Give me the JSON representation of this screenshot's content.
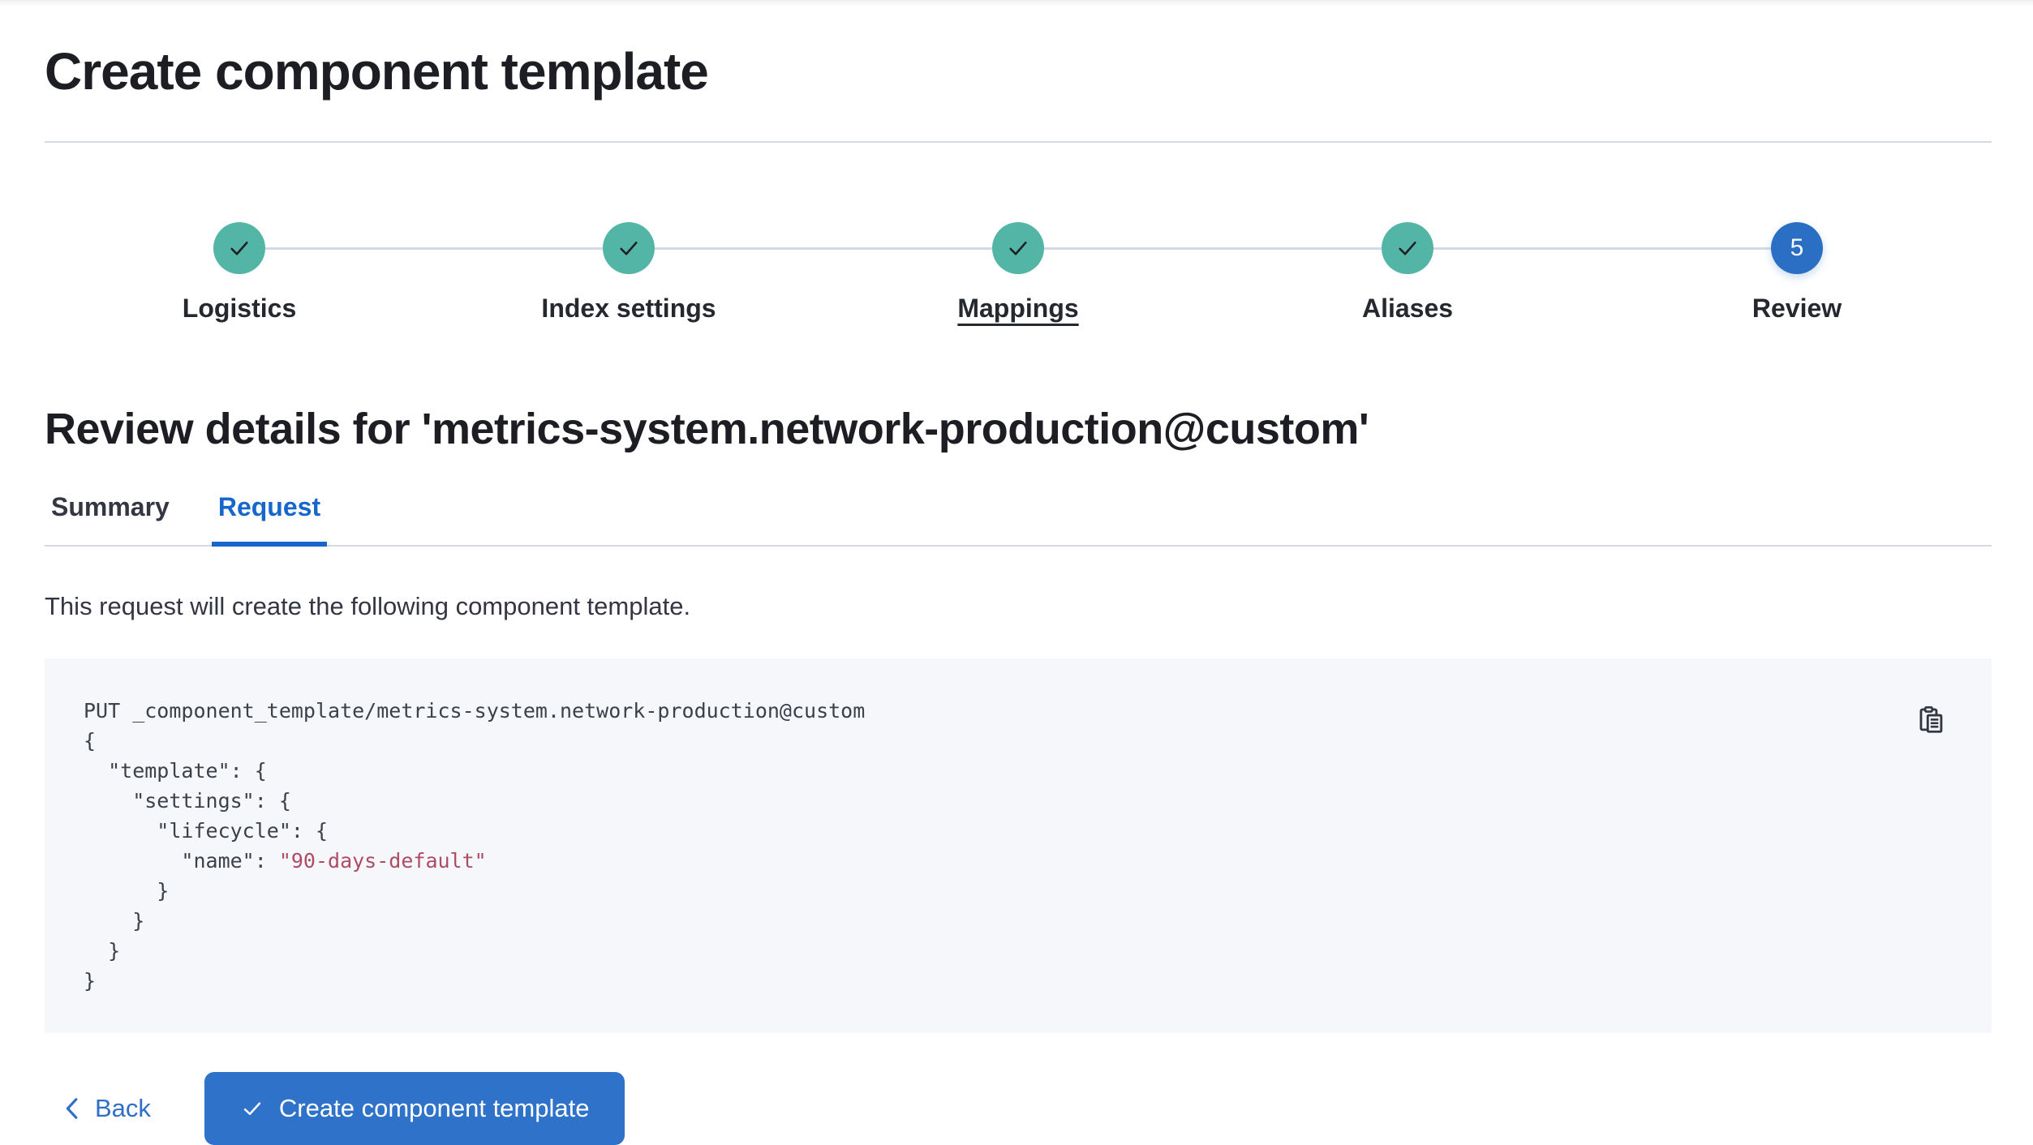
{
  "page": {
    "title": "Create component template"
  },
  "stepper": {
    "steps": [
      {
        "label": "Logistics",
        "status": "complete"
      },
      {
        "label": "Index settings",
        "status": "complete"
      },
      {
        "label": "Mappings",
        "status": "complete"
      },
      {
        "label": "Aliases",
        "status": "complete"
      },
      {
        "label": "Review",
        "status": "current",
        "number": "5"
      }
    ]
  },
  "review": {
    "heading": "Review details for 'metrics-system.network-production@custom'",
    "tabs": [
      {
        "label": "Summary"
      },
      {
        "label": "Request"
      }
    ],
    "active_tab": "Request",
    "description": "This request will create the following component template."
  },
  "request_preview": {
    "line_1": "PUT _component_template/metrics-system.network-production@custom",
    "line_2": "{",
    "line_3": "  \"template\": {",
    "line_4": "    \"settings\": {",
    "line_5": "      \"lifecycle\": {",
    "line_6_prefix": "        \"name\": ",
    "line_6_value": "\"90-days-default\"",
    "line_7": "      }",
    "line_8": "    }",
    "line_9": "  }",
    "line_10": "}"
  },
  "footer": {
    "back_label": "Back",
    "create_button_label": "Create component template"
  },
  "icons": {
    "step_complete": "check-icon",
    "copy": "copy-clipboard-icon",
    "back": "chevron-left-icon",
    "create_button": "check-icon"
  },
  "colors": {
    "primary_blue": "#2f72c9",
    "current_step_blue": "#2b6fc4",
    "tab_active_blue": "#1766cb",
    "success_teal": "#53b5a5",
    "connector_gray": "#d3dae6",
    "divider_gray": "#d3dae6",
    "code_background": "#f5f7fa",
    "code_string_rose": "#ad4c62",
    "text_dark": "#343741",
    "heading_dark": "#1c1e24"
  }
}
